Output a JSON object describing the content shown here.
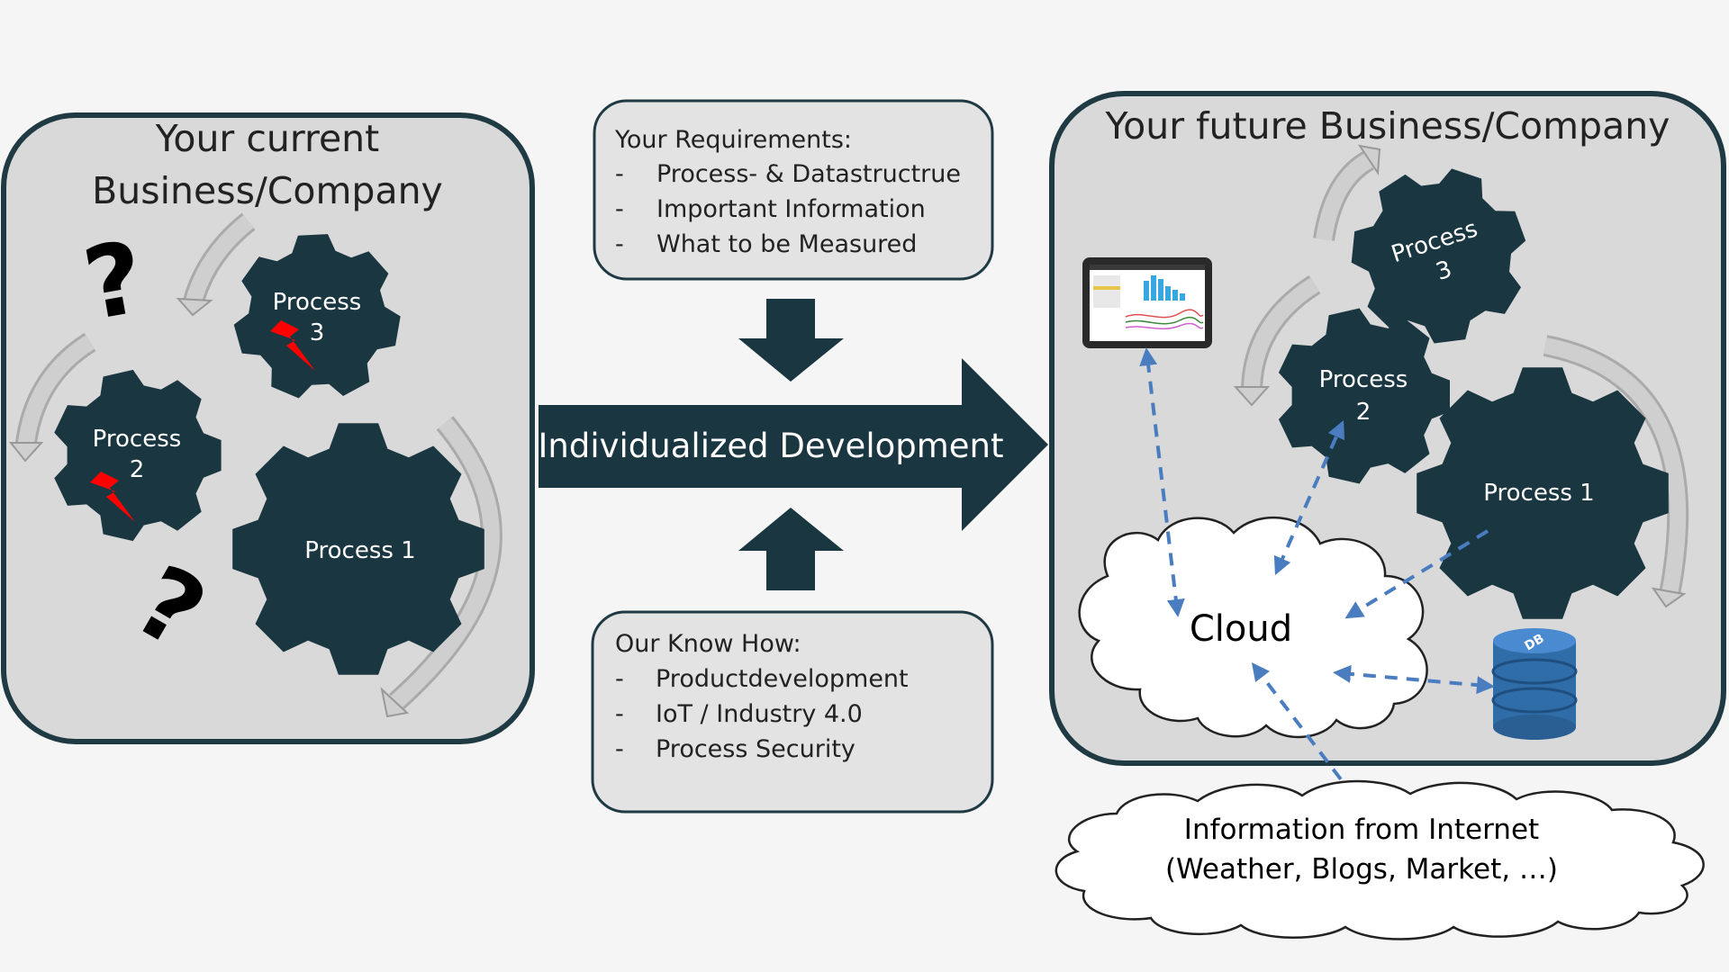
{
  "colors": {
    "background": "#f5f5f5",
    "panel_fill": "#d9d9d9",
    "panel_stroke": "#1f3a43",
    "dark": "#1a3640",
    "gray_arrow": "#c0c0c0",
    "lightning": "#ff0000",
    "dashed_link": "#4a7cc0",
    "db": "#2e6da8"
  },
  "left_panel": {
    "title_line1": "Your current",
    "title_line2": "Business/Company",
    "gear_large": "Process 1",
    "gear_mid_line1": "Process",
    "gear_mid_line2": "2",
    "gear_small_line1": "Process",
    "gear_small_line2": "3",
    "question_mark": "?"
  },
  "requirements": {
    "heading": "Your Requirements:",
    "bullet": "-",
    "items": [
      "Process- & Datastructrue",
      "Important Information",
      "What to be Measured"
    ]
  },
  "knowhow": {
    "heading": "Our Know How:",
    "bullet": "-",
    "items": [
      "Productdevelopment",
      "IoT / Industry 4.0",
      "Process  Security"
    ]
  },
  "main_arrow": {
    "label": "Individualized Development"
  },
  "right_panel": {
    "title": "Your future Business/Company",
    "gear_large": "Process 1",
    "gear_mid_line1": "Process",
    "gear_mid_line2": "2",
    "gear_small_line1": "Process",
    "gear_small_line2": "3",
    "cloud_label": "Cloud",
    "db_label": "DB"
  },
  "internet_cloud": {
    "line1": "Information from Internet",
    "line2": "(Weather, Blogs, Market, …)"
  }
}
